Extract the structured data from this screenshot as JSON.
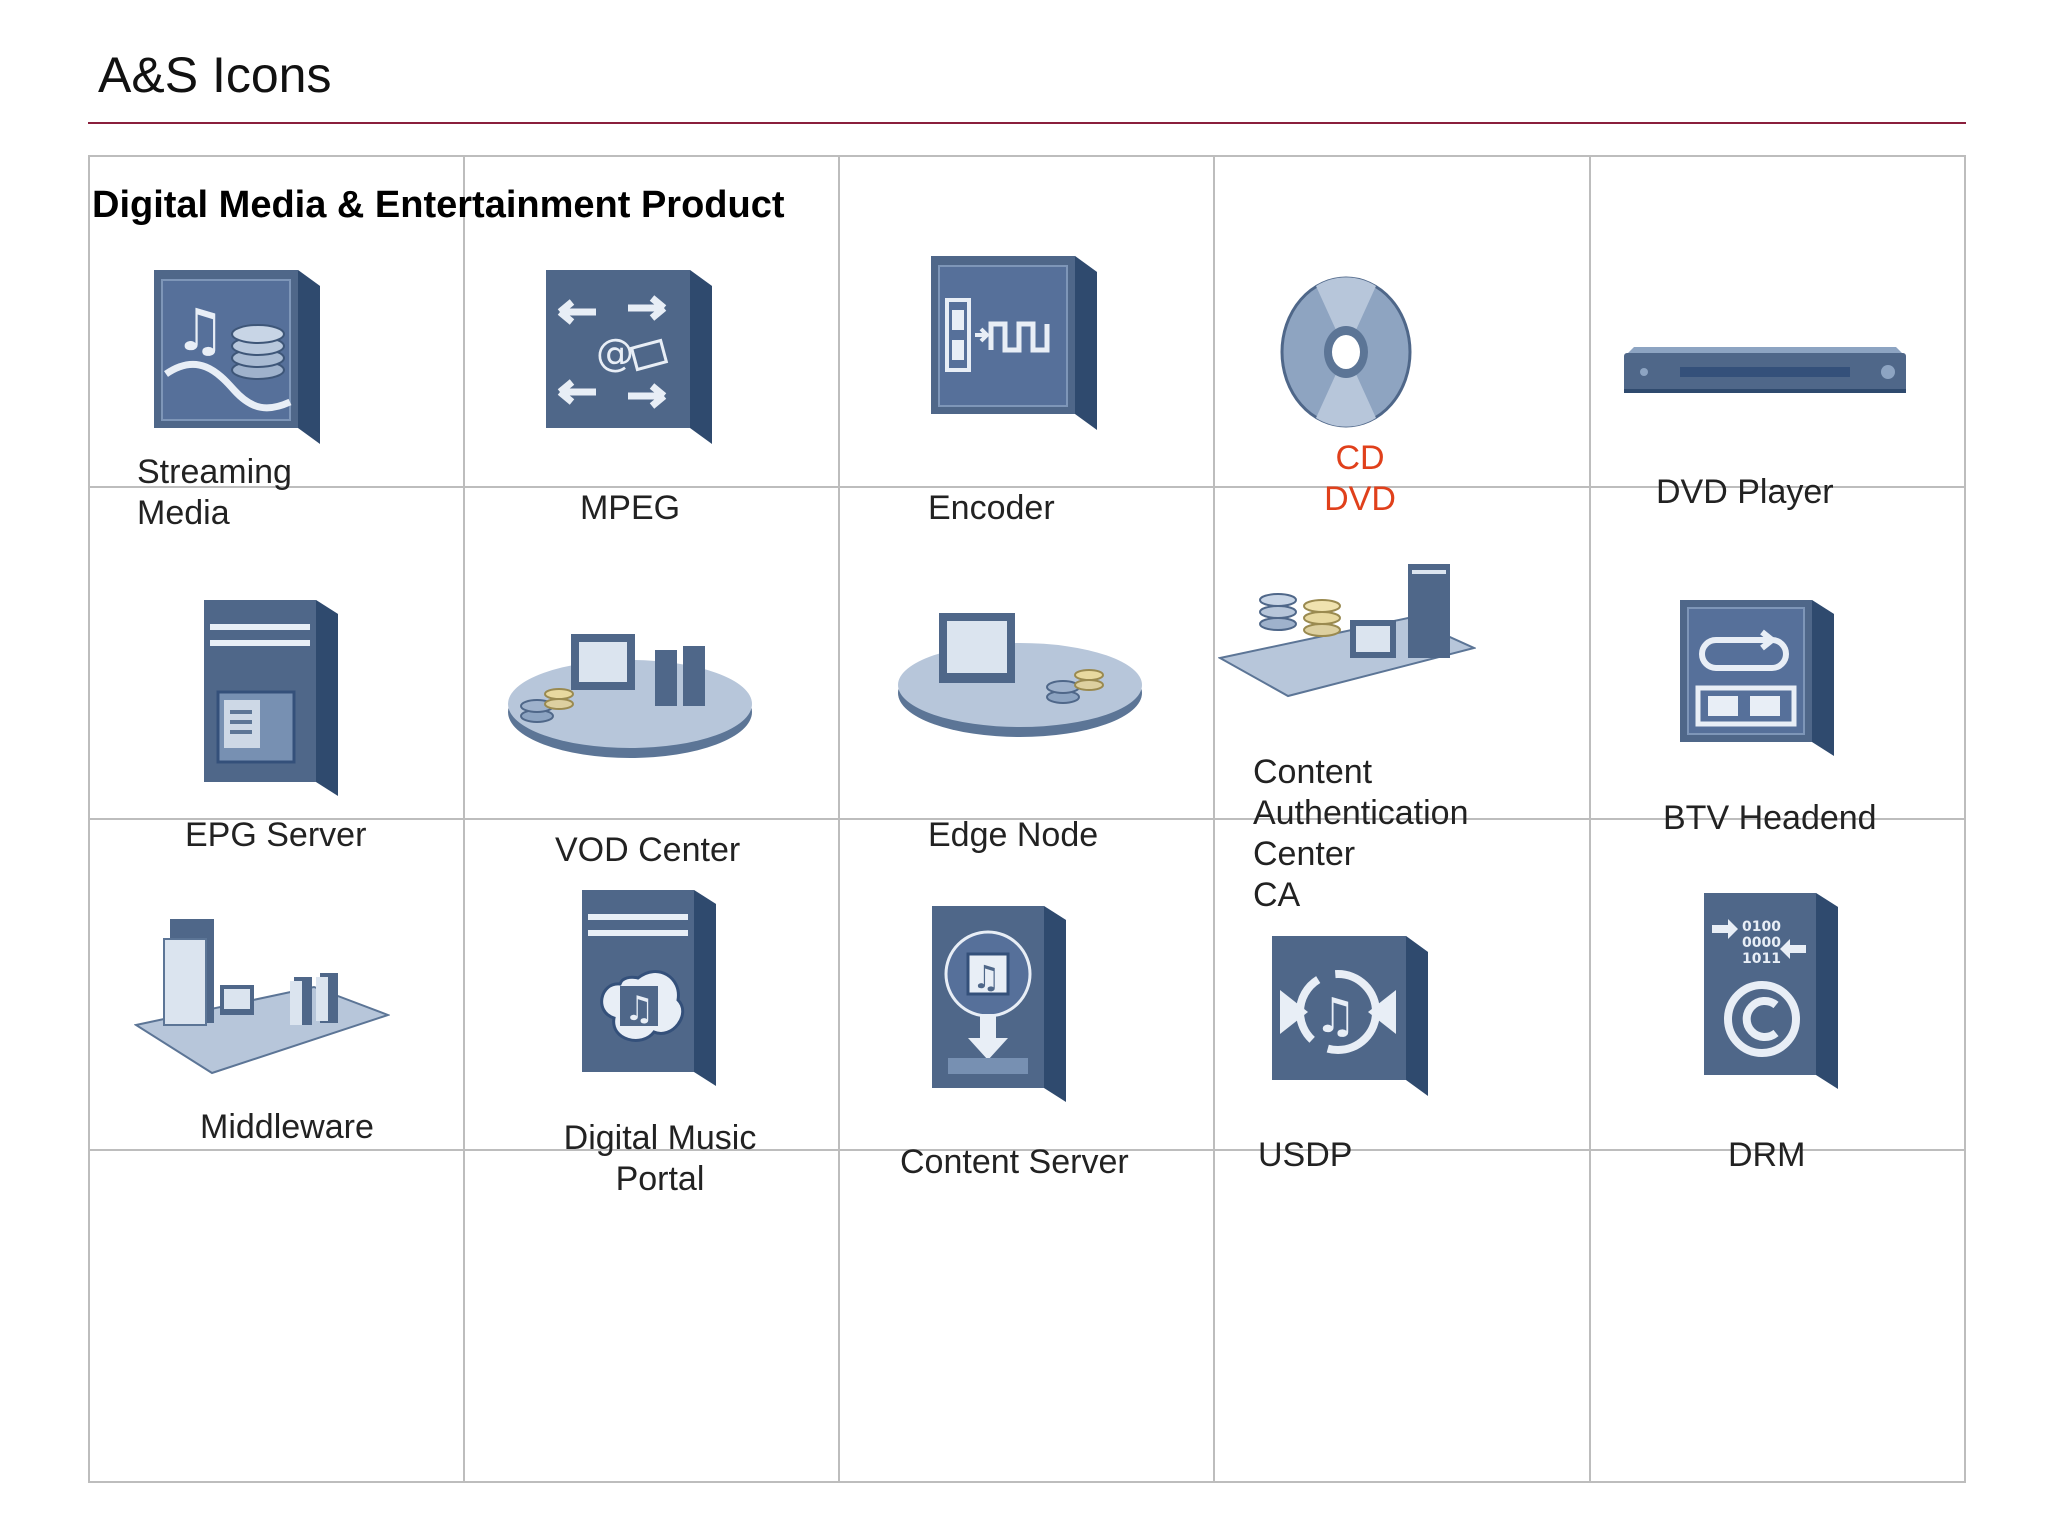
{
  "page_title": "A&S Icons",
  "section_title": "Digital Media & Entertainment Product",
  "colors": {
    "rule": "#8a1f3c",
    "icon": "#4f6789",
    "cd_label": "#e0401b"
  },
  "icons": {
    "streaming_media": {
      "label": "Streaming\nMedia"
    },
    "mpeg": {
      "label": "MPEG"
    },
    "encoder": {
      "label": "Encoder"
    },
    "cd_dvd": {
      "label": "CD\nDVD"
    },
    "dvd_player": {
      "label": "DVD Player"
    },
    "epg_server": {
      "label": "EPG Server"
    },
    "vod_center": {
      "label": "VOD Center"
    },
    "edge_node": {
      "label": "Edge Node"
    },
    "content_auth_center": {
      "label": "Content\nAuthentication\nCenter\nCA"
    },
    "btv_headend": {
      "label": "BTV Headend"
    },
    "middleware": {
      "label": "Middleware"
    },
    "digital_music_portal": {
      "label": "Digital Music\nPortal"
    },
    "content_server": {
      "label": "Content Server"
    },
    "usdp": {
      "label": "USDP"
    },
    "drm": {
      "label": "DRM",
      "codes": [
        "0100",
        "0000",
        "1011"
      ]
    }
  }
}
